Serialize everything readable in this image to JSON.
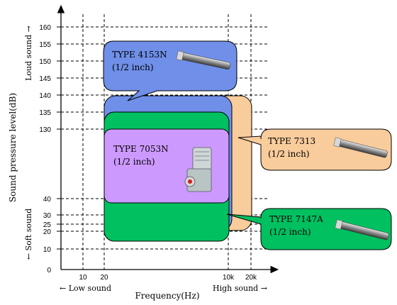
{
  "chart_data": {
    "type": "area",
    "title": "",
    "xlabel": "Frequency(Hz)",
    "ylabel": "Sound pressure level(dB)",
    "x_ticks": [
      "10",
      "20",
      "10k",
      "20k"
    ],
    "y_ticks": [
      "0",
      "10",
      "20",
      "25",
      "30",
      "40",
      "130",
      "135",
      "140",
      "145",
      "150",
      "155",
      "160"
    ],
    "x_left_note": "← Low sound",
    "x_right_note": "High sound →",
    "y_top_note": "Loud sound →",
    "y_bottom_note": "← Soft sound",
    "grid": true,
    "products": [
      {
        "name": "TYPE 4153N",
        "size": "(1/2 inch)",
        "color": "#6f8fe8",
        "freq_range": [
          "20",
          "10k"
        ],
        "db_range": [
          25,
          140
        ]
      },
      {
        "name": "TYPE 7313",
        "size": "(1/2 inch)",
        "color": "#f9cc9c",
        "freq_range": [
          "20",
          "20k"
        ],
        "db_range": [
          25,
          140
        ]
      },
      {
        "name": "TYPE 7147A",
        "size": "(1/2 inch)",
        "color": "#00c060",
        "freq_range": [
          "20",
          "10k"
        ],
        "db_range": [
          15,
          135
        ]
      },
      {
        "name": "TYPE 7053N",
        "size": "(1/2 inch)",
        "color": "#cc99ff",
        "freq_range": [
          "20",
          "10k"
        ],
        "db_range": [
          40,
          130
        ]
      }
    ]
  }
}
